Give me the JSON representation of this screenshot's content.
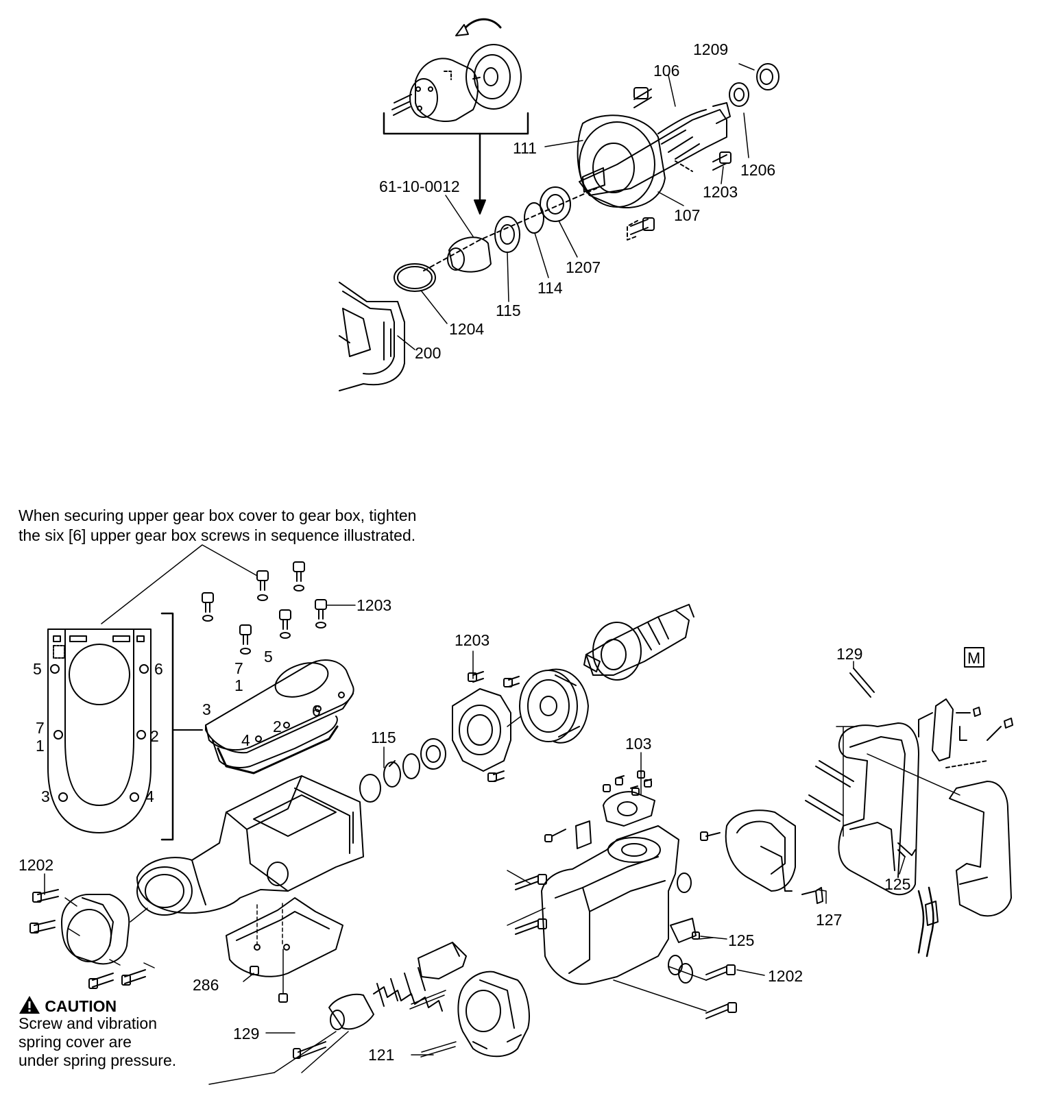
{
  "note": {
    "line1": "When securing upper gear box cover to gear box, tighten",
    "line2": "the six [6] upper gear box screws in sequence illustrated."
  },
  "caution": {
    "title": "CAUTION",
    "line1": "Screw and vibration",
    "line2": "spring cover are",
    "line3": "under spring pressure."
  },
  "service_mark": "M",
  "parts_top": {
    "p1209": "1209",
    "p106": "106",
    "p111": "111",
    "p1206": "1206",
    "p1203": "1203",
    "p107": "107",
    "p61100012": "61-10-0012",
    "p1207": "1207",
    "p114": "114",
    "p115": "115",
    "p1204": "1204",
    "p200": "200"
  },
  "parts_bottom": {
    "p1203a": "1203",
    "p1203b": "1203",
    "p115": "115",
    "p103": "103",
    "p129a": "129",
    "p1202a": "1202",
    "p286": "286",
    "p125a": "125",
    "p127": "127",
    "p125b": "125",
    "p1202b": "1202",
    "p129b": "129",
    "p121": "121"
  },
  "sequence": {
    "cover_detail": [
      "5",
      "6",
      "7",
      "1",
      "2",
      "3",
      "4"
    ],
    "cover_3d": [
      "7",
      "1",
      "5",
      "3",
      "6",
      "4",
      "2"
    ]
  }
}
